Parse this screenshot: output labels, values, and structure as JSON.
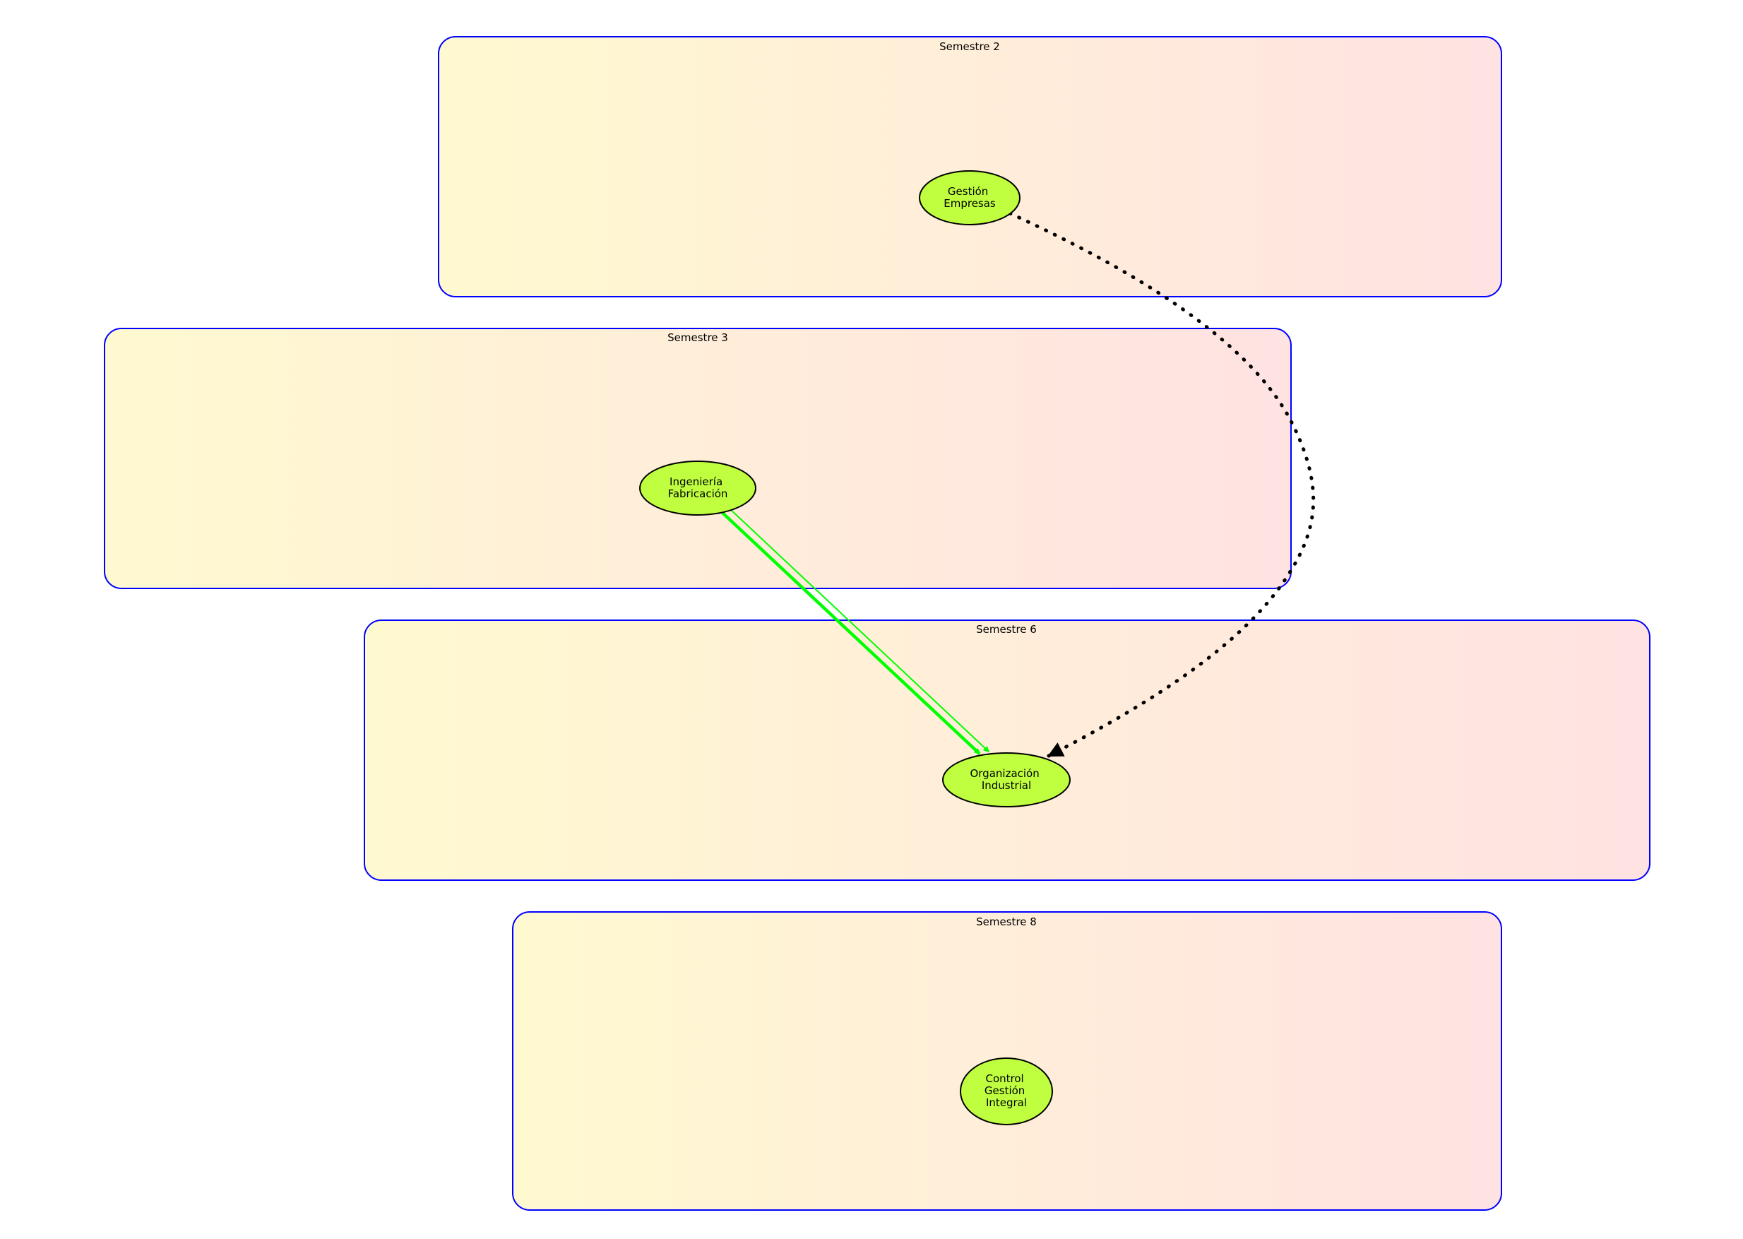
{
  "colors": {
    "cluster_border": "#0000ff",
    "cluster_fill_start": "#fff9d0",
    "cluster_fill_end": "#ffe2e2",
    "node_fill": "#bfff40",
    "node_border": "#000000",
    "edge_green": "#00ff00",
    "edge_dotted": "#000000"
  },
  "clusters": [
    {
      "id": "sem2",
      "label": "Semestre 2"
    },
    {
      "id": "sem3",
      "label": "Semestre 3"
    },
    {
      "id": "sem6",
      "label": "Semestre 6"
    },
    {
      "id": "sem8",
      "label": "Semestre 8"
    }
  ],
  "nodes": [
    {
      "id": "gestion",
      "cluster": "sem2",
      "lines": [
        "Gestión",
        "Empresas"
      ]
    },
    {
      "id": "ingenieria",
      "cluster": "sem3",
      "lines": [
        "Ingeniería",
        "Fabricación"
      ]
    },
    {
      "id": "organizacion",
      "cluster": "sem6",
      "lines": [
        "Organización",
        "Industrial"
      ]
    },
    {
      "id": "control",
      "cluster": "sem8",
      "lines": [
        "Control",
        "Gestión",
        "Integral"
      ]
    }
  ],
  "edges": [
    {
      "from": "ingenieria",
      "to": "organizacion",
      "style": "solid-bold",
      "color": "#00ff00"
    },
    {
      "from": "ingenieria",
      "to": "organizacion",
      "style": "solid-thin",
      "color": "#00ff00"
    },
    {
      "from": "gestion",
      "to": "organizacion",
      "style": "dotted",
      "color": "#000000"
    }
  ]
}
